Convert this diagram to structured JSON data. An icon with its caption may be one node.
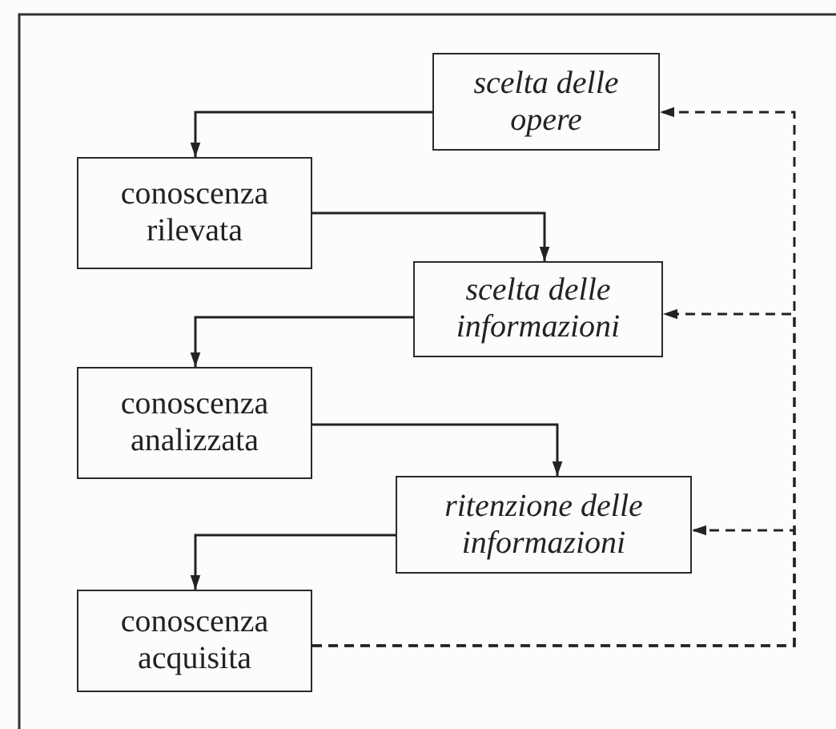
{
  "diagram": {
    "nodes": [
      {
        "text": [
          "scelta delle opere"
        ]
      },
      {
        "text": [
          "conoscenza rilevata"
        ]
      },
      {
        "text": [
          "scelta delle informazioni"
        ]
      },
      {
        "text": [
          "conoscenza analizzata"
        ]
      },
      {
        "text": [
          "ritenzione delle informazioni"
        ]
      },
      {
        "text": [
          "conoscenza acquisita"
        ]
      }
    ],
    "edges": [
      {
        "from": 0,
        "to": 1,
        "arrow": "to"
      },
      {
        "from": 1,
        "to": 2,
        "arrow": "to"
      },
      {
        "from": 2,
        "to": 3,
        "arrow": "to"
      },
      {
        "from": 3,
        "to": 4,
        "arrow": "to"
      },
      {
        "from": 4,
        "to": 5,
        "arrow": "to"
      },
      {
        "from": 5,
        "to": 0,
        "arrow": "to",
        "style": "dashed"
      },
      {
        "from": 5,
        "to": 2,
        "arrow": "to",
        "style": "dashed"
      },
      {
        "from": 5,
        "to": 4,
        "arrow": "to",
        "style": "dashed"
      }
    ]
  }
}
